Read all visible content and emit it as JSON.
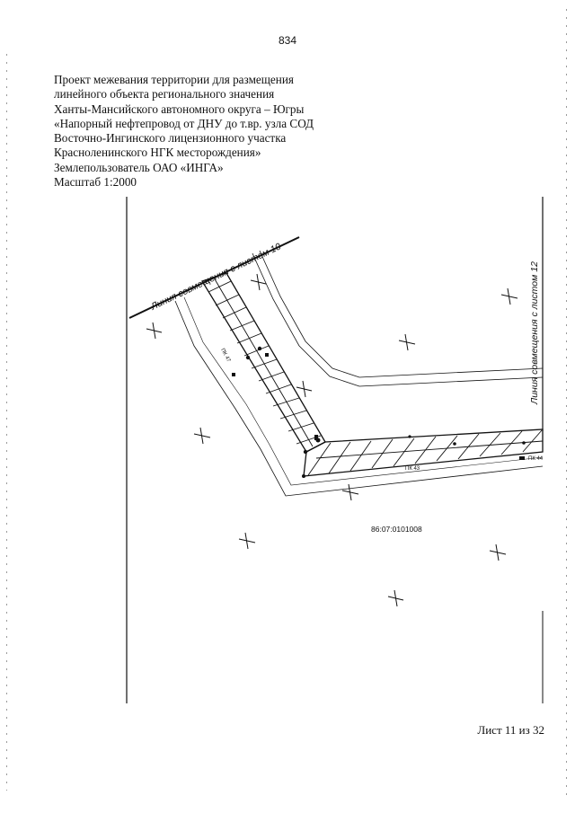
{
  "page_number": "834",
  "header": {
    "lines": [
      "Проект межевания территории для размещения",
      "линейного объекта регионального значения",
      "Ханты-Мансийского автономного округа – Югры",
      "«Напорный нефтепровод от ДНУ до т.вр. узла СОД",
      "Восточно-Ингинского лицензионного участка",
      "Красноленинского НГК месторождения»",
      "Землепользователь ОАО «ИНГА»",
      "Масштаб 1:2000"
    ]
  },
  "map": {
    "match_line_top": "Линия совмещения с листом 10",
    "match_line_right": "Линия совмещения с листом 12",
    "cadastral_number": "86:07:0101008",
    "picket_labels": [
      "ПК 47",
      "ПК 43",
      "ПК 44"
    ],
    "colors": {
      "lines": "#111111",
      "background": "#ffffff"
    }
  },
  "footer": {
    "sheet": "Лист 11 из 32"
  }
}
